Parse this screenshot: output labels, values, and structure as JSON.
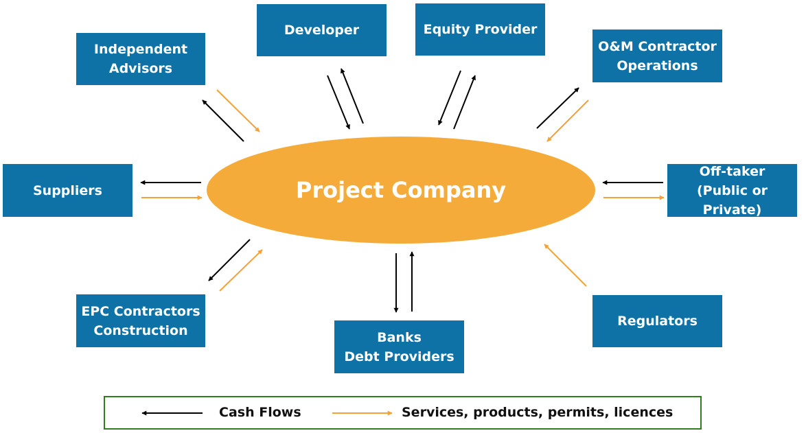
{
  "center": {
    "label": "Project Company"
  },
  "nodes": {
    "developer": "Developer",
    "equity_provider": "Equity Provider",
    "independent_advisors": "Independent\nAdvisors",
    "om_contractor": "O&M Contractor\nOperations",
    "suppliers": "Suppliers",
    "offtaker": "Off-taker\n(Public or\nPrivate)",
    "epc_contractors": "EPC Contractors\nConstruction",
    "banks": "Banks\nDebt Providers",
    "regulators": "Regulators"
  },
  "legend": {
    "cash_flows": "Cash Flows",
    "services": "Services, products, permits, licences"
  },
  "colors": {
    "node_fill": "#0f72a6",
    "center_fill": "#f5ab3a",
    "cash_flow_arrow": "#000000",
    "services_arrow": "#f5a13a",
    "legend_border": "#2e7d1f"
  }
}
